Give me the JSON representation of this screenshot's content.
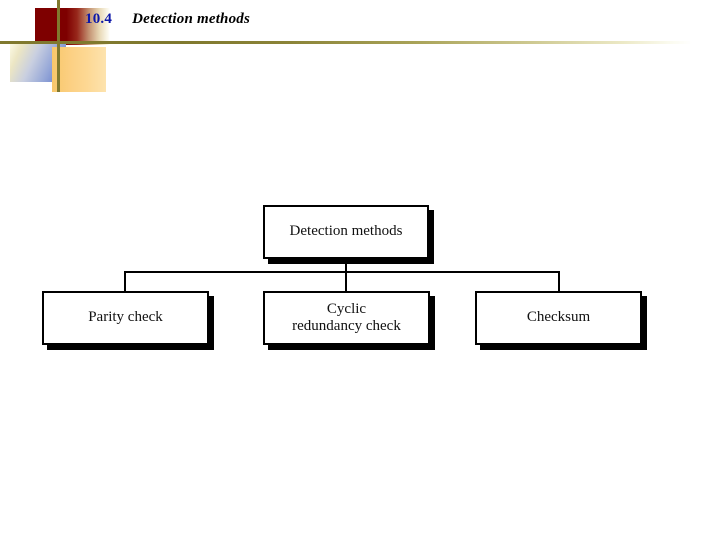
{
  "slide": {
    "header": {
      "section_number": "10.4",
      "section_title": "Detection methods",
      "number_color": "#0d17a8",
      "title_color": "#000000",
      "rule_color": "#80792e",
      "deco_red_color": "#7e0000",
      "deco_blue_color": "#5f79c8",
      "deco_orange_color": "#f7c76b"
    },
    "diagram": {
      "type": "tree",
      "root": {
        "label": "Detection methods"
      },
      "children": [
        {
          "label": "Parity check"
        },
        {
          "label_line1": "Cyclic",
          "label_line2": "redundancy check"
        },
        {
          "label": "Checksum"
        }
      ],
      "box_fill": "#ffffff",
      "box_border": "#000000",
      "shadow_color": "#000000",
      "connector_color": "#000000"
    }
  }
}
